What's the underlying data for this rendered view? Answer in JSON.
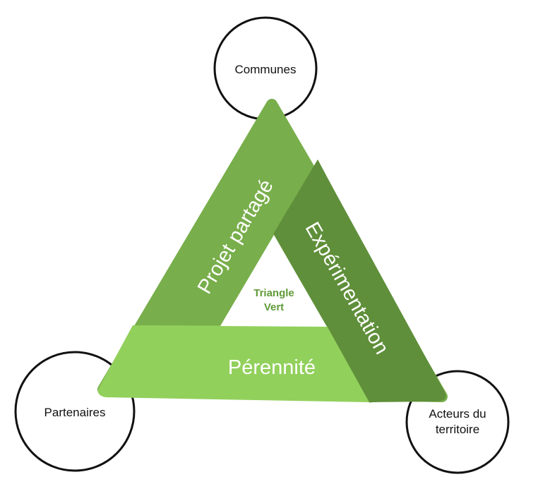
{
  "diagram": {
    "nodes": [
      {
        "id": "communes",
        "label": "Communes"
      },
      {
        "id": "partenaires",
        "label": "Partenaires"
      },
      {
        "id": "acteurs",
        "label_line1": "Acteurs du",
        "label_line2": "territoire"
      }
    ],
    "sides": [
      {
        "id": "projet",
        "label": "Projet partagé",
        "color": "#78ae4b"
      },
      {
        "id": "experimentation",
        "label": "Expérimentation",
        "color": "#5f8f3a"
      },
      {
        "id": "perennite",
        "label": "Pérennité",
        "color": "#92d05c"
      }
    ],
    "center": {
      "line1": "Triangle",
      "line2": "Vert",
      "color": "#5f9a38"
    }
  }
}
